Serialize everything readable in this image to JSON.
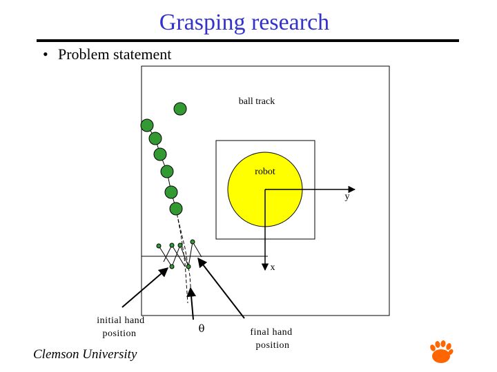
{
  "slide": {
    "title": "Grasping research",
    "bullet": "Problem statement",
    "footer": "Clemson University"
  },
  "diagram": {
    "labels": {
      "ball_track": "ball track",
      "robot": "robot",
      "y_axis": "y",
      "x_axis": "x",
      "theta": "θ",
      "initial_hand_line1": "initial hand",
      "initial_hand_line2": "position",
      "final_hand_line1": "final hand",
      "final_hand_line2": "position"
    },
    "colors": {
      "ball_fill": "#339933",
      "robot_fill": "#ffff00",
      "title_color": "#3333cc",
      "logo_color": "#ff6600"
    },
    "logo_icon": "paw-icon"
  }
}
